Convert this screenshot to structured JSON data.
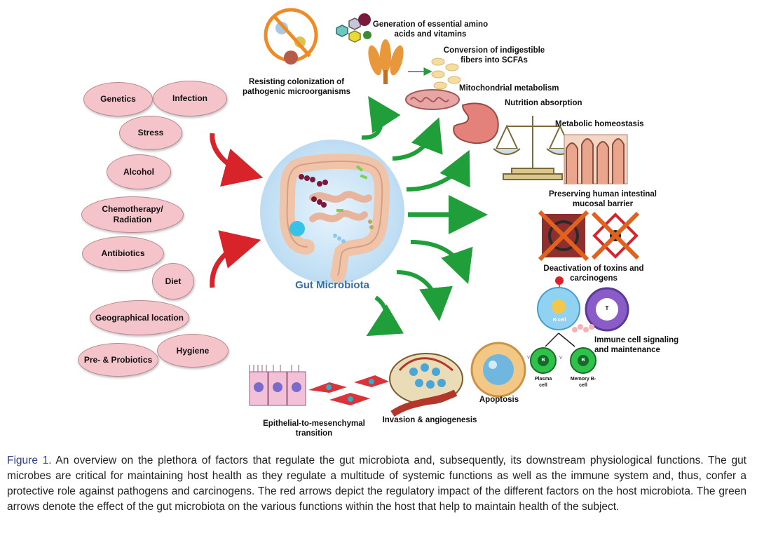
{
  "factors": [
    {
      "label": "Genetics"
    },
    {
      "label": "Infection"
    },
    {
      "label": "Stress"
    },
    {
      "label": "Alcohol"
    },
    {
      "label": "Chemotherapy/ Radiation"
    },
    {
      "label": "Antibiotics"
    },
    {
      "label": "Diet"
    },
    {
      "label": "Geographical location"
    },
    {
      "label": "Hygiene"
    },
    {
      "label": "Pre- & Probiotics"
    }
  ],
  "center": {
    "title": "Gut Microbiota"
  },
  "functions": {
    "resisting": "Resisting colonization of pathogenic microorganisms",
    "generation": "Generation of essential amino acids and vitamins",
    "conversion": "Conversion of indigestible fibers into SCFAs",
    "mitochondrial": "Mitochondrial metabolism",
    "nutrition": "Nutrition absorption",
    "metabolic": "Metabolic homeostasis",
    "barrier": "Preserving human intestinal mucosal barrier",
    "toxins": "Deactivation of toxins and carcinogens",
    "immune": "Immune cell signaling and maintenance",
    "apoptosis": "Apoptosis",
    "invasion": "Invasion & angiogenesis",
    "emt": "Epithelial-to-mesenchymal transition"
  },
  "cells": {
    "bcell": "B-cell",
    "tcell": "T",
    "plasma": "Plasma cell",
    "memory": "Memory B-cell",
    "b_mark_1": "B",
    "b_mark_2": "B"
  },
  "caption": {
    "label": "Figure 1.",
    "text": " An overview on the plethora of factors that regulate the gut microbiota and, subsequently, its downstream physiological functions. The gut microbes are critical for maintaining host health as they regulate a multitude of systemic functions as well as the immune system and, thus, confer a protective role against pathogens and carcinogens. The red arrows depict the regulatory impact of the different factors on the host microbiota. The green arrows denote the effect of the gut microbiota on the various functions within the host that help to maintain health of the subject."
  },
  "colors": {
    "factor_fill": "#f5c4cb",
    "red_arrow": "#d8232a",
    "green_arrow": "#1f9e3a",
    "center_circle": "#cfe6f7",
    "caption_label": "#2b3f8f",
    "center_title": "#2f6db5"
  }
}
